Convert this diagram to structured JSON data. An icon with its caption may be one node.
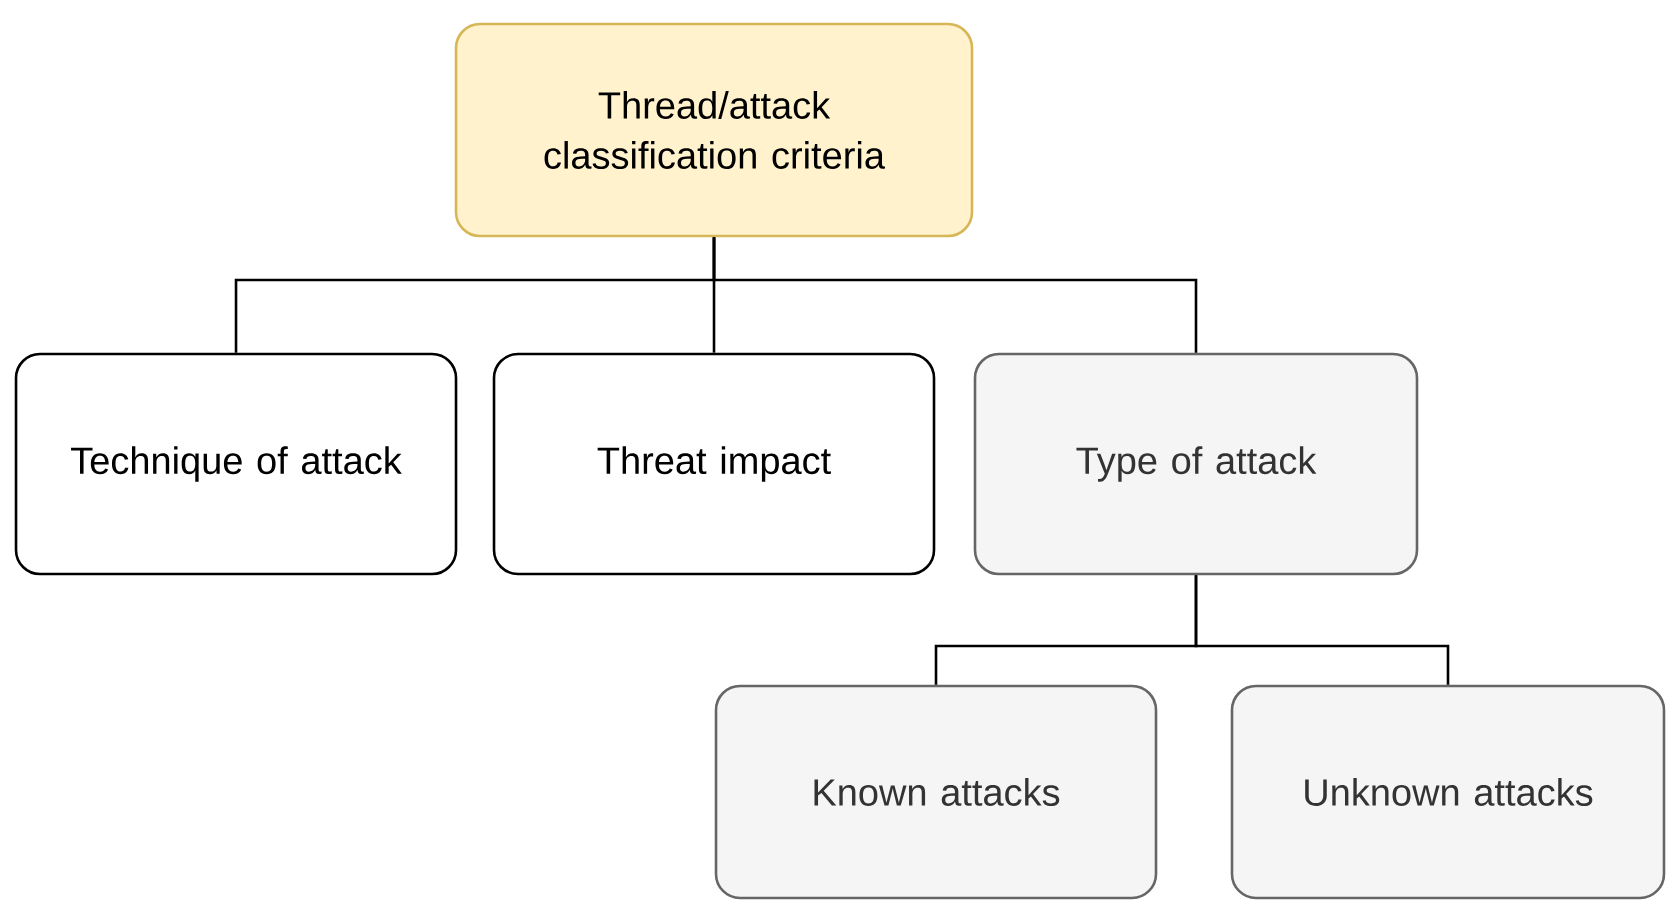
{
  "diagram": {
    "nodes": [
      {
        "text": [
          "Thread/attack classification criteria"
        ]
      },
      {
        "text": [
          "Technique of attack"
        ]
      },
      {
        "text": [
          "Threat impact"
        ]
      },
      {
        "text": [
          "Type of attack"
        ]
      },
      {
        "text": [
          "Known attacks"
        ]
      },
      {
        "text": [
          "Unknown attacks"
        ]
      }
    ],
    "edges": [
      {
        "from": 0,
        "to": 1,
        "arrow": "none"
      },
      {
        "from": 0,
        "to": 2,
        "arrow": "none"
      },
      {
        "from": 0,
        "to": 3,
        "arrow": "none"
      },
      {
        "from": 3,
        "to": 4,
        "arrow": "none"
      },
      {
        "from": 3,
        "to": 5,
        "arrow": "none"
      }
    ]
  }
}
